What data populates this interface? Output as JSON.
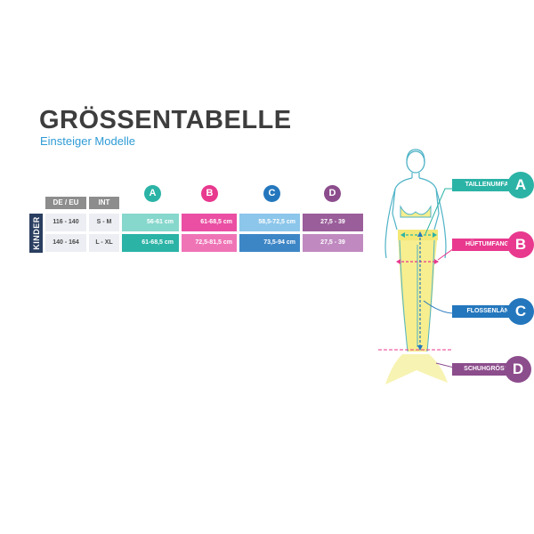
{
  "title": "GRÖSSENTABELLE",
  "subtitle": "Einsteiger Modelle",
  "table": {
    "side_label": "KINDER",
    "headers": {
      "de_eu": "DE / EU",
      "int": "INT"
    },
    "col_letters": [
      "A",
      "B",
      "C",
      "D"
    ],
    "rows": [
      {
        "de_eu": "116 - 140",
        "int": "S - M",
        "a": "56-61 cm",
        "b": "61-68,5 cm",
        "c": "58,5-72,5 cm",
        "d": "27,5 - 39"
      },
      {
        "de_eu": "140 - 164",
        "int": "L - XL",
        "a": "61-68,5 cm",
        "b": "72,5-81,5 cm",
        "c": "73,5-94 cm",
        "d": "27,5 - 39"
      }
    ]
  },
  "diagram": {
    "labels": [
      {
        "text": "TAILLENUMFANG",
        "letter": "A"
      },
      {
        "text": "HÜFTUMFANG",
        "letter": "B"
      },
      {
        "text": "FLOSSENLÄNGE",
        "letter": "C"
      },
      {
        "text": "SCHUHGRÖSSE",
        "letter": "D"
      }
    ]
  },
  "colors": {
    "a_light": "#86d7cc",
    "a_dark": "#2bb3a6",
    "b_light": "#ea4fa3",
    "b_dark": "#ef74b6",
    "c_light": "#8cc6ea",
    "c_dark": "#3d86c6",
    "d_light": "#9a5e9a",
    "d_dark": "#c08ac0"
  }
}
